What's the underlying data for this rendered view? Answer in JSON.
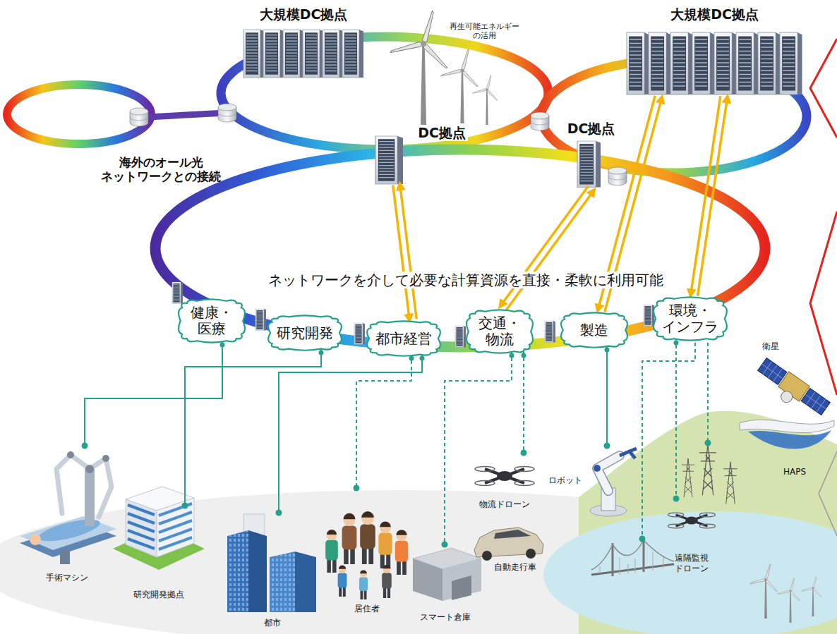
{
  "diagram": {
    "nodes": [
      {
        "text": [
          "大規模DC拠点"
        ]
      },
      {
        "text": [
          "大規模DC拠点"
        ]
      },
      {
        "text": [
          "DC拠点"
        ]
      },
      {
        "text": [
          "DC拠点"
        ]
      },
      {
        "text": [
          "健康・ 医療"
        ]
      },
      {
        "text": [
          "研究開発"
        ]
      },
      {
        "text": [
          "都市経営"
        ]
      },
      {
        "text": [
          "交通・ 物流"
        ]
      },
      {
        "text": [
          "製造"
        ]
      },
      {
        "text": [
          "環境・ インフラ"
        ]
      },
      {
        "text": [
          "手術マシン"
        ]
      },
      {
        "text": [
          "研究開発拠点"
        ]
      },
      {
        "text": [
          "都市"
        ]
      },
      {
        "text": [
          "居住者"
        ]
      },
      {
        "text": [
          "スマート倉庫"
        ]
      },
      {
        "text": [
          "物流ドローン"
        ]
      },
      {
        "text": [
          "ロボット"
        ]
      },
      {
        "text": [
          "遠隔監視 ドローン"
        ]
      }
    ],
    "edges": [
      {
        "from": 6,
        "to": 2,
        "arrow": "both"
      },
      {
        "from": 7,
        "to": 3,
        "arrow": "both"
      },
      {
        "from": 8,
        "to": 1,
        "arrow": "both"
      },
      {
        "from": 9,
        "to": 1,
        "arrow": "both"
      },
      {
        "from": 4,
        "to": 10,
        "arrow": "none"
      },
      {
        "from": 5,
        "to": 11,
        "arrow": "none"
      },
      {
        "from": 6,
        "to": 12,
        "arrow": "none"
      },
      {
        "from": 6,
        "to": 13,
        "arrow": "none"
      },
      {
        "from": 7,
        "to": 14,
        "arrow": "none"
      },
      {
        "from": 7,
        "to": 15,
        "arrow": "none"
      },
      {
        "from": 8,
        "to": 16,
        "arrow": "none"
      },
      {
        "from": 9,
        "to": 17,
        "arrow": "none"
      }
    ],
    "labels": [
      "海外のオール光 ネットワークとの接続",
      "再生可能エネルギー の活用",
      "ネットワークを介して必要な計算資源を直接・柔軟に利用可能",
      "衛星",
      "HAPS",
      "自動走行車"
    ]
  }
}
